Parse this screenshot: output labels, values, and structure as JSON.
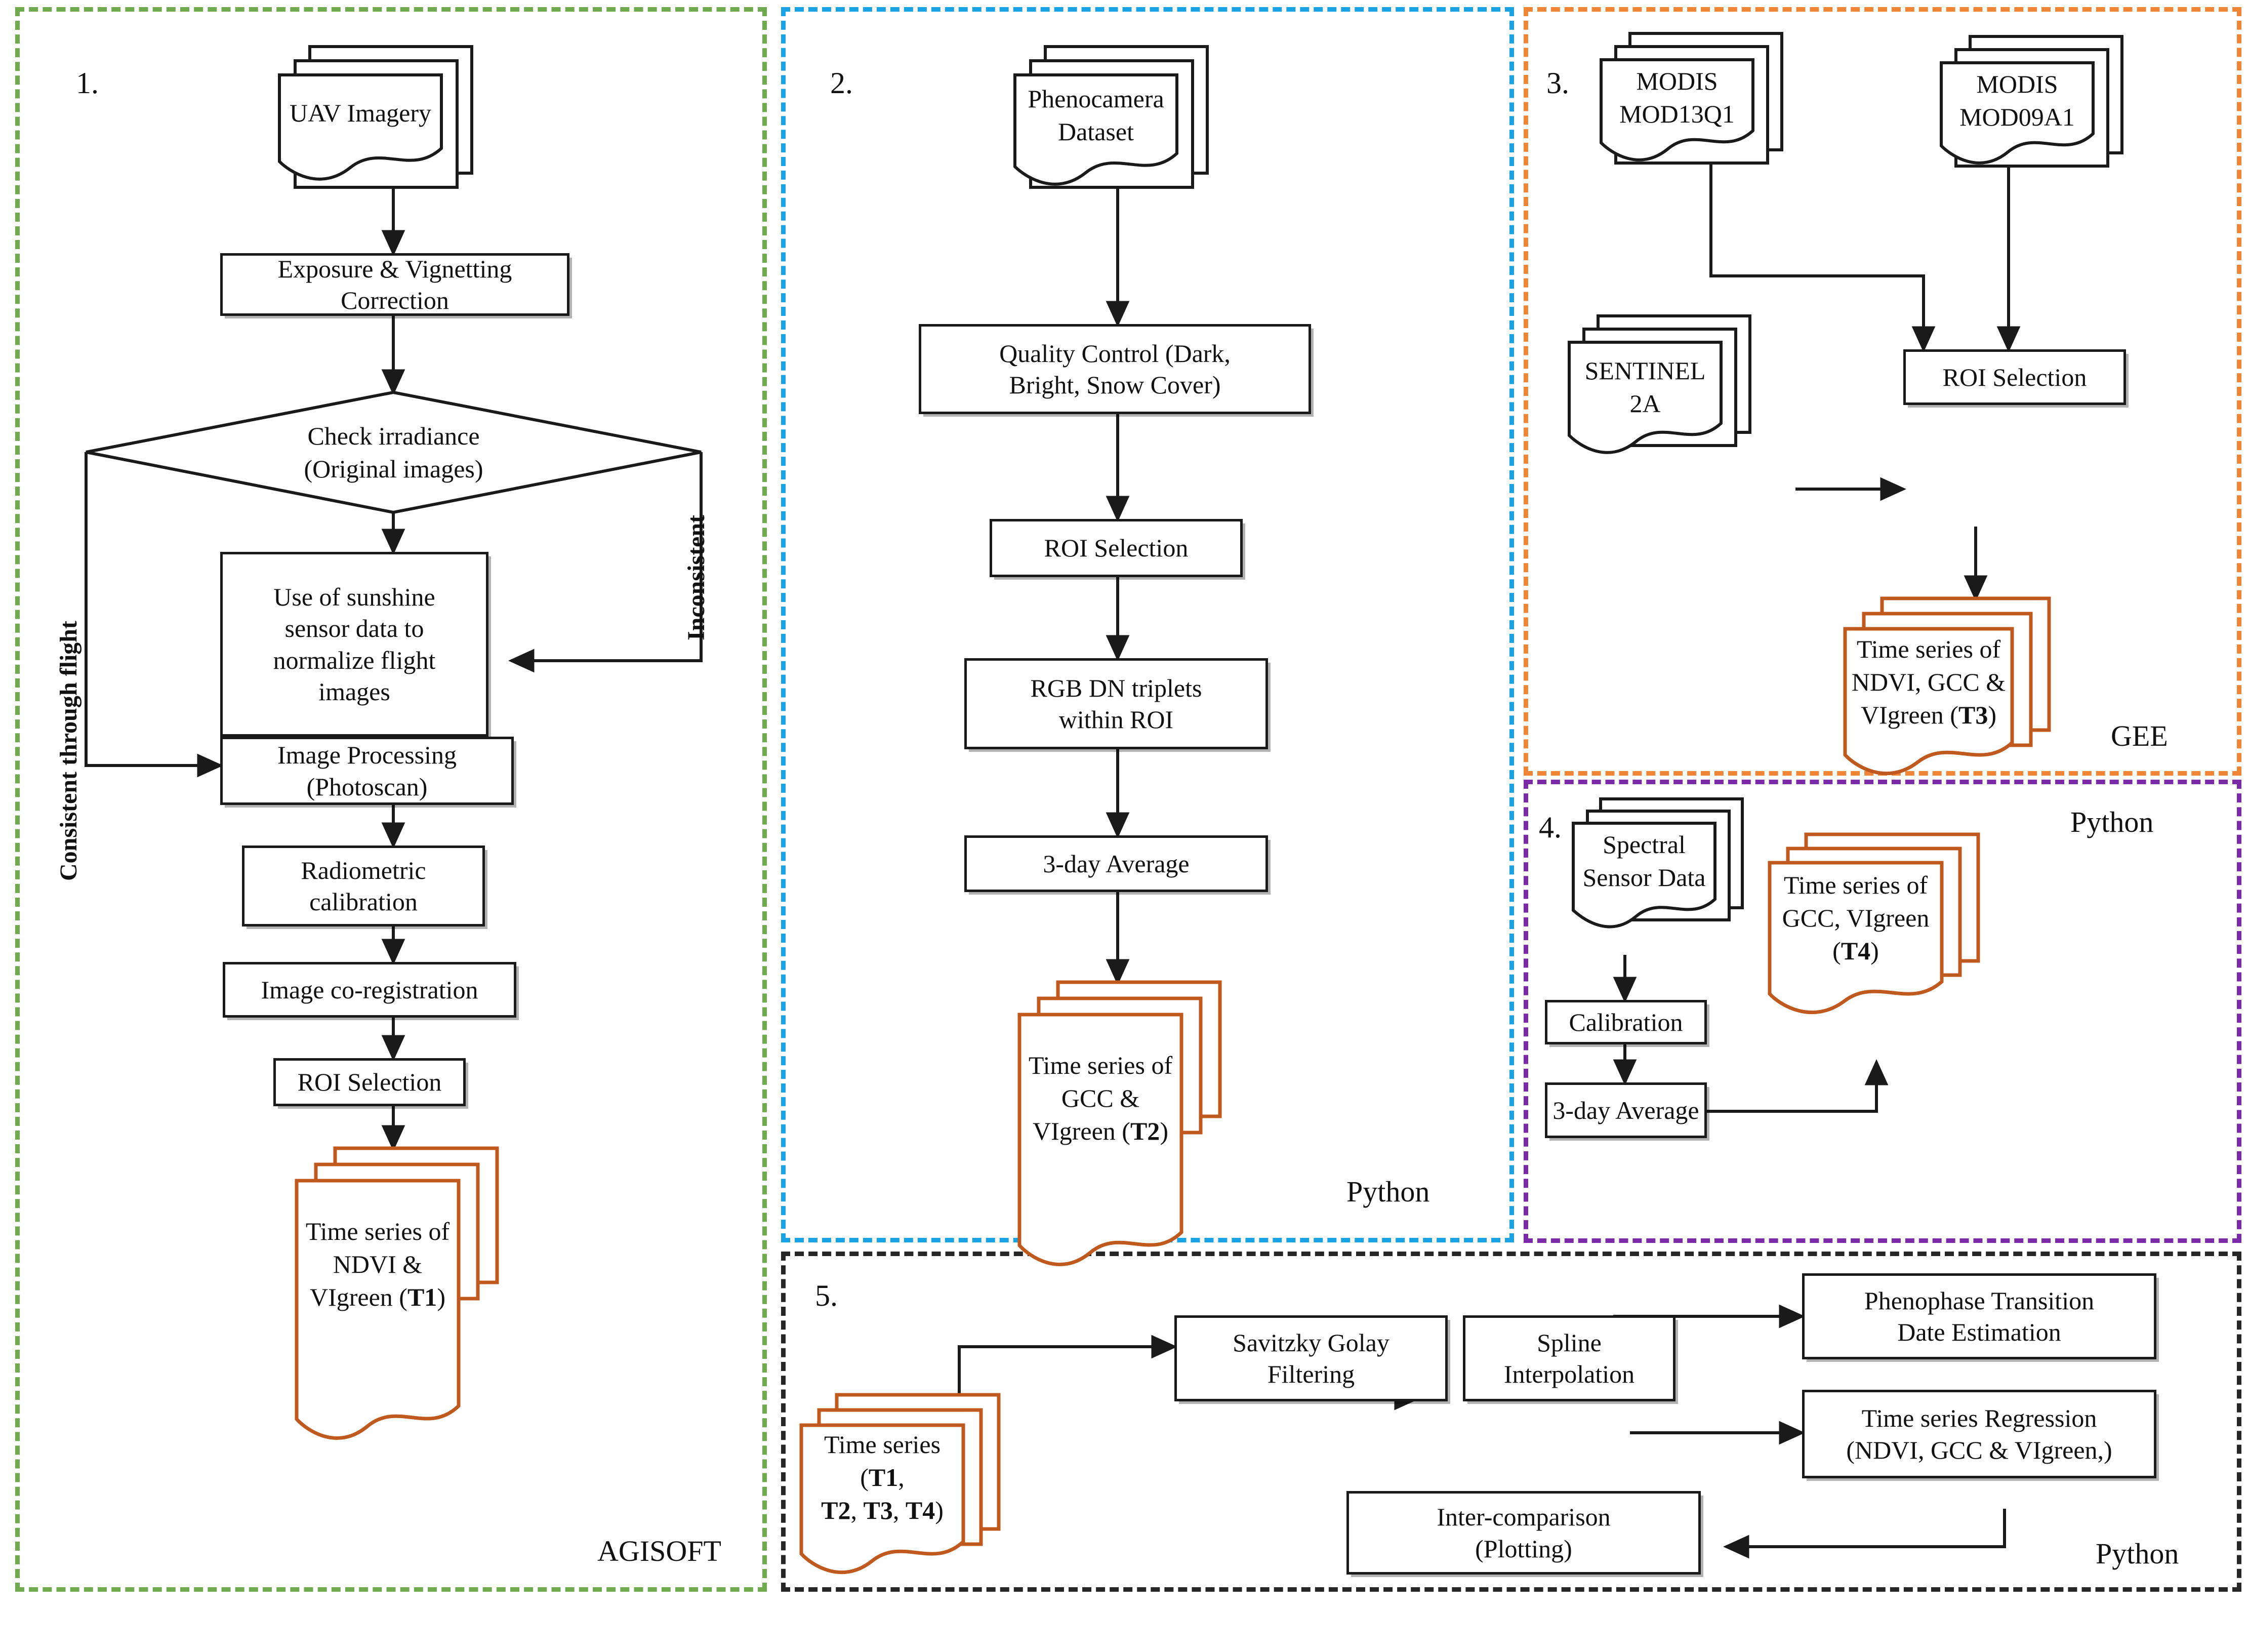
{
  "figure": {
    "type": "flowchart",
    "panels": [
      {
        "id": "panel1",
        "number": "1.",
        "tool": "AGISOFT",
        "border_color": "#6FAA4E",
        "nodes": [
          {
            "name": "uav-imagery",
            "shape": "document-stack",
            "label": "UAV Imagery"
          },
          {
            "name": "exposure-vignetting-correction",
            "shape": "process",
            "label": "Exposure & Vignetting Correction"
          },
          {
            "name": "check-irradiance",
            "shape": "decision",
            "label": "Check irradiance (Original images)"
          },
          {
            "name": "sunshine-sensor-normalize",
            "shape": "process",
            "label": "Use of sunshine sensor data to normalize flight images"
          },
          {
            "name": "image-processing-photoscan",
            "shape": "process",
            "label": "Image Processing (Photoscan)"
          },
          {
            "name": "radiometric-calibration",
            "shape": "process",
            "label": "Radiometric calibration"
          },
          {
            "name": "image-co-registration",
            "shape": "process",
            "label": "Image co-registration"
          },
          {
            "name": "roi-selection-1",
            "shape": "process",
            "label": "ROI Selection"
          },
          {
            "name": "time-series-t1",
            "shape": "document-stack-orange",
            "label": "Time series of NDVI & VIgreen (T1)",
            "tag": "T1"
          }
        ],
        "edge_labels": [
          {
            "name": "consistent-through-flight",
            "text": "Consistent through flight"
          },
          {
            "name": "inconsistent",
            "text": "Inconsistent"
          }
        ]
      },
      {
        "id": "panel2",
        "number": "2.",
        "tool": "Python",
        "border_color": "#19A3E5",
        "nodes": [
          {
            "name": "phenocamera-dataset",
            "shape": "document-stack",
            "label": "Phenocamera Dataset"
          },
          {
            "name": "quality-control",
            "shape": "process",
            "label": "Quality Control (Dark, Bright, Snow Cover)"
          },
          {
            "name": "roi-selection-2",
            "shape": "process",
            "label": "ROI Selection"
          },
          {
            "name": "rgb-dn-triplets",
            "shape": "process",
            "label": "RGB DN triplets within ROI"
          },
          {
            "name": "three-day-average-2",
            "shape": "process",
            "label": "3-day Average"
          },
          {
            "name": "time-series-t2",
            "shape": "document-stack-orange",
            "label": "Time series of GCC & VIgreen (T2)",
            "tag": "T2"
          }
        ]
      },
      {
        "id": "panel3",
        "number": "3.",
        "tool": "GEE",
        "border_color": "#F08536",
        "nodes": [
          {
            "name": "modis-mod13q1",
            "shape": "document-stack",
            "label": "MODIS MOD13Q1"
          },
          {
            "name": "modis-mod09a1",
            "shape": "document-stack",
            "label": "MODIS MOD09A1"
          },
          {
            "name": "sentinel-2a",
            "shape": "document-stack",
            "label": "SENTINEL 2A"
          },
          {
            "name": "roi-selection-3",
            "shape": "process",
            "label": "ROI Selection"
          },
          {
            "name": "time-series-t3",
            "shape": "document-stack-orange",
            "label": "Time series of NDVI, GCC & VIgreen (T3)",
            "tag": "T3"
          }
        ]
      },
      {
        "id": "panel4",
        "number": "4.",
        "tool": "Python",
        "border_color": "#7B2BA8",
        "nodes": [
          {
            "name": "spectral-sensor-data",
            "shape": "document-stack",
            "label": "Spectral Sensor Data"
          },
          {
            "name": "calibration",
            "shape": "process",
            "label": "Calibration"
          },
          {
            "name": "three-day-average-4",
            "shape": "process",
            "label": "3-day Average"
          },
          {
            "name": "time-series-t4",
            "shape": "document-stack-orange",
            "label": "Time series of GCC, VIgreen (T4)",
            "tag": "T4"
          }
        ]
      },
      {
        "id": "panel5",
        "number": "5.",
        "tool": "Python",
        "border_color": "#262626",
        "nodes": [
          {
            "name": "time-series-all",
            "shape": "document-stack-orange",
            "label": "Time series (T1, T2, T3, T4)"
          },
          {
            "name": "savitzky-golay-filtering",
            "shape": "process",
            "label": "Savitzky Golay Filtering"
          },
          {
            "name": "spline-interpolation",
            "shape": "process",
            "label": "Spline Interpolation"
          },
          {
            "name": "phenophase-transition",
            "shape": "process",
            "label": "Phenophase Transition Date Estimation"
          },
          {
            "name": "time-series-regression",
            "shape": "process",
            "label": "Time series Regression (NDVI, GCC & VIgreen,)"
          },
          {
            "name": "inter-comparison",
            "shape": "process",
            "label": "Inter-comparison (Plotting)"
          }
        ]
      }
    ]
  },
  "p1": {
    "num": "1.",
    "tool": "AGISOFT",
    "uav_imagery": "UAV Imagery",
    "exposure": {
      "l1": "Exposure & Vignetting",
      "l2": "Correction"
    },
    "check_irr": {
      "l1": "Check irradiance",
      "l2": "(Original images)"
    },
    "sunshine": {
      "l1": "Use of sunshine",
      "l2": "sensor data to",
      "l3": "normalize flight",
      "l4": "images"
    },
    "imgproc": {
      "l1": "Image Processing",
      "l2": "(Photoscan)"
    },
    "radiometric": {
      "l1": "Radiometric",
      "l2": "calibration"
    },
    "coreg": "Image co-registration",
    "roi": "ROI Selection",
    "t1": {
      "l1": "Time series of",
      "l2": "NDVI &",
      "l3a": "VIgreen (",
      "l3b": "T1",
      "l3c": ")"
    },
    "consistent": "Consistent through flight",
    "inconsistent": "Inconsistent"
  },
  "p2": {
    "num": "2.",
    "tool": "Python",
    "pheno": {
      "l1": "Phenocamera",
      "l2": "Dataset"
    },
    "qc": {
      "l1": "Quality Control (Dark,",
      "l2": "Bright, Snow Cover)"
    },
    "roi": "ROI Selection",
    "rgb": {
      "l1": "RGB DN triplets",
      "l2": "within ROI"
    },
    "avg": "3-day Average",
    "t2": {
      "l1": "Time series of",
      "l2": "GCC &",
      "l3a": "VIgreen (",
      "l3b": "T2",
      "l3c": ")"
    }
  },
  "p3": {
    "num": "3.",
    "tool": "GEE",
    "mod13": {
      "l1": "MODIS",
      "l2": "MOD13Q1"
    },
    "mod09": {
      "l1": "MODIS",
      "l2": "MOD09A1"
    },
    "sentinel": {
      "l1": "SENTINEL",
      "l2": "2A"
    },
    "roi": "ROI Selection",
    "t3": {
      "l1": "Time series of",
      "l2": "NDVI, GCC &",
      "l3a": "VIgreen (",
      "l3b": "T3",
      "l3c": ")"
    }
  },
  "p4": {
    "num": "4.",
    "tool": "Python",
    "spectral": {
      "l1": "Spectral",
      "l2": "Sensor Data"
    },
    "calib": "Calibration",
    "avg": "3-day Average",
    "t4": {
      "l1": "Time series of",
      "l2": "GCC, VIgreen",
      "l3a": "(",
      "l3b": "T4",
      "l3c": ")"
    }
  },
  "p5": {
    "num": "5.",
    "tool": "Python",
    "ts": {
      "l1a": "Time series (",
      "l1b": "T1",
      "l1c": ",",
      "l2a": "T2",
      "l2b": ", ",
      "l2c": "T3",
      "l2d": ", ",
      "l2e": "T4",
      "l2f": ")"
    },
    "savgol": {
      "l1": "Savitzky Golay",
      "l2": "Filtering"
    },
    "spline": {
      "l1": "Spline",
      "l2": "Interpolation"
    },
    "pheno": {
      "l1": "Phenophase Transition",
      "l2": "Date Estimation"
    },
    "regress": {
      "l1": "Time series Regression",
      "l2": "(NDVI, GCC & VIgreen,)"
    },
    "inter": {
      "l1": "Inter-comparison",
      "l2": "(Plotting)"
    }
  },
  "colors": {
    "green": "#6FAA4E",
    "blue": "#19A3E5",
    "orange": "#F08536",
    "purple": "#7B2BA8",
    "black": "#262626",
    "doc_orange": "#C0591E",
    "line": "#1a1a1a"
  }
}
